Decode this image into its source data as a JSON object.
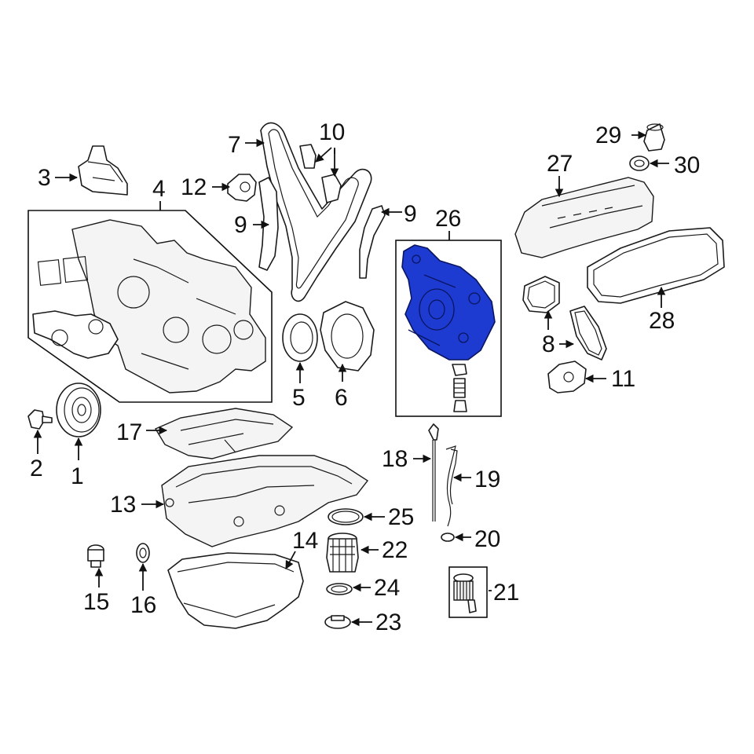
{
  "diagram": {
    "highlight_color": "#1d3bd1",
    "callouts": [
      "1",
      "2",
      "3",
      "4",
      "5",
      "6",
      "7",
      "8",
      "9",
      "10",
      "11",
      "12",
      "13",
      "14",
      "15",
      "16",
      "17",
      "18",
      "19",
      "20",
      "21",
      "22",
      "23",
      "24",
      "25",
      "26",
      "27",
      "28",
      "29",
      "30"
    ]
  }
}
